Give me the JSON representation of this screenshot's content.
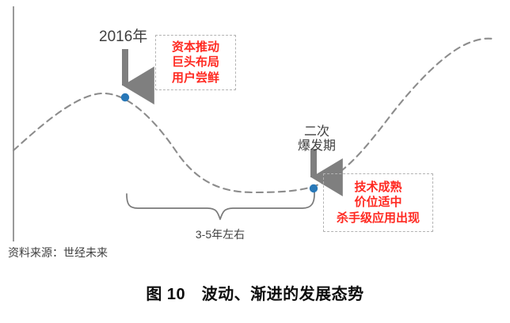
{
  "figure": {
    "caption": "图 10　波动、渐进的发展态势",
    "source_note": "资料来源：世经未来"
  },
  "labels": {
    "year_marker": "2016年",
    "second_boom_line1": "二次",
    "second_boom_line2": "爆发期",
    "brace_duration": "3-5年左右"
  },
  "annotations": {
    "first": {
      "line1": "资本推动",
      "line2": "巨头布局",
      "line3": "用户尝鲜"
    },
    "second": {
      "line1": "技术成熟",
      "line2": "价位适中",
      "line3": "杀手级应用出现"
    }
  },
  "colors": {
    "curve": "#808080",
    "axis": "#808080",
    "marker_dot": "#2878b8",
    "arrow": "#7f7f7f",
    "annotation_text": "#ff2a22",
    "annotation_border": "#b3b3b3",
    "label_text": "#3f3f3f",
    "caption_text": "#0d0d0d",
    "brace": "#808080"
  },
  "chart_data": {
    "type": "line",
    "title": "图 10　波动、渐进的发展态势",
    "xlabel": "",
    "ylabel": "",
    "grid": false,
    "legend": null,
    "style": "dashed",
    "description": "S形波动曲线：先上升到第一个高峰（2016年），随后下降至谷底，经过3-5年左右的低谷期后二次爆发快速上升。",
    "series": [
      {
        "name": "发展态势",
        "x": [
          17,
          60,
          100,
          128,
          160,
          200,
          240,
          280,
          320,
          360,
          396,
          440,
          490,
          540,
          590,
          622
        ],
        "y": [
          190,
          150,
          125,
          118,
          123,
          150,
          190,
          222,
          238,
          243,
          238,
          205,
          150,
          95,
          60,
          50
        ]
      }
    ],
    "markers": [
      {
        "name": "2016年高峰点",
        "x": 158,
        "y": 123,
        "color": "#2878b8",
        "label": "2016年"
      },
      {
        "name": "二次爆发点",
        "x": 396,
        "y": 238,
        "color": "#2878b8",
        "label": "二次爆发期"
      }
    ],
    "annotations": [
      {
        "name": "低谷期区间",
        "type": "brace",
        "x_start": 160,
        "x_end": 397,
        "label": "3-5年左右"
      },
      {
        "name": "第一阶段说明",
        "type": "textbox",
        "text": "资本推动 / 巨头布局 / 用户尝鲜"
      },
      {
        "name": "第二阶段说明",
        "type": "textbox",
        "text": "技术成熟 / 价位适中 / 杀手级应用出现"
      }
    ]
  }
}
